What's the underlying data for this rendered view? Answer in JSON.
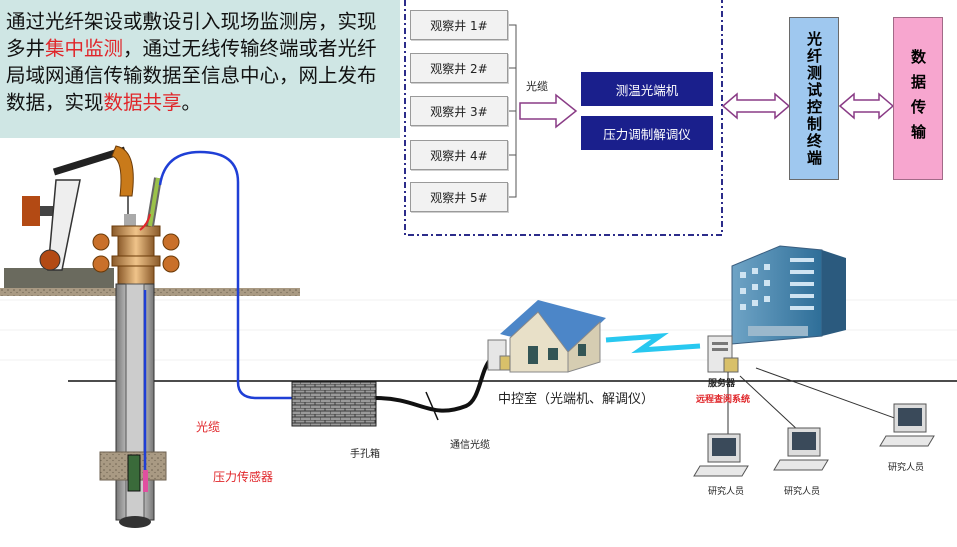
{
  "description": {
    "part1": "通过光纤架设或敷设引入现场监测房，实现多井",
    "highlight1": "集中监测",
    "part2": "，通过无线传输终端或者光纤局域网通信传输数据至信息中心，网上发布数据，实现",
    "highlight2": "数据共享",
    "part3": "。"
  },
  "wells": [
    "观察井 1#",
    "观察井 2#",
    "观察井 3#",
    "观察井 4#",
    "观察井 5#"
  ],
  "labels": {
    "cable_top": "光缆",
    "temp_unit": "测温光端机",
    "pressure_unit": "压力调制解调仪",
    "test_terminal": "光纤测试控制终端",
    "data_transfer": "数据传输",
    "cable_well": "光缆",
    "pressure_sensor": "压力传感器",
    "junction_box": "手孔箱",
    "comm_cable": "通信光缆",
    "control_room": "中控室（光端机、解调仪）",
    "server": "服务器",
    "remote_system": "远程查阅系统",
    "researcher_1": "研究人员",
    "researcher_2": "研究人员",
    "researcher_3": "研究人员"
  },
  "colors": {
    "description_bg": "#cfe6e4",
    "highlight": "#e0262a",
    "unit_box": "#1a1f8c",
    "test_terminal_bg": "#9fc8ef",
    "data_transfer_bg": "#f7a6cf",
    "dashed_border": "#2c2c8a",
    "cable_blue": "#1f3fd6"
  }
}
